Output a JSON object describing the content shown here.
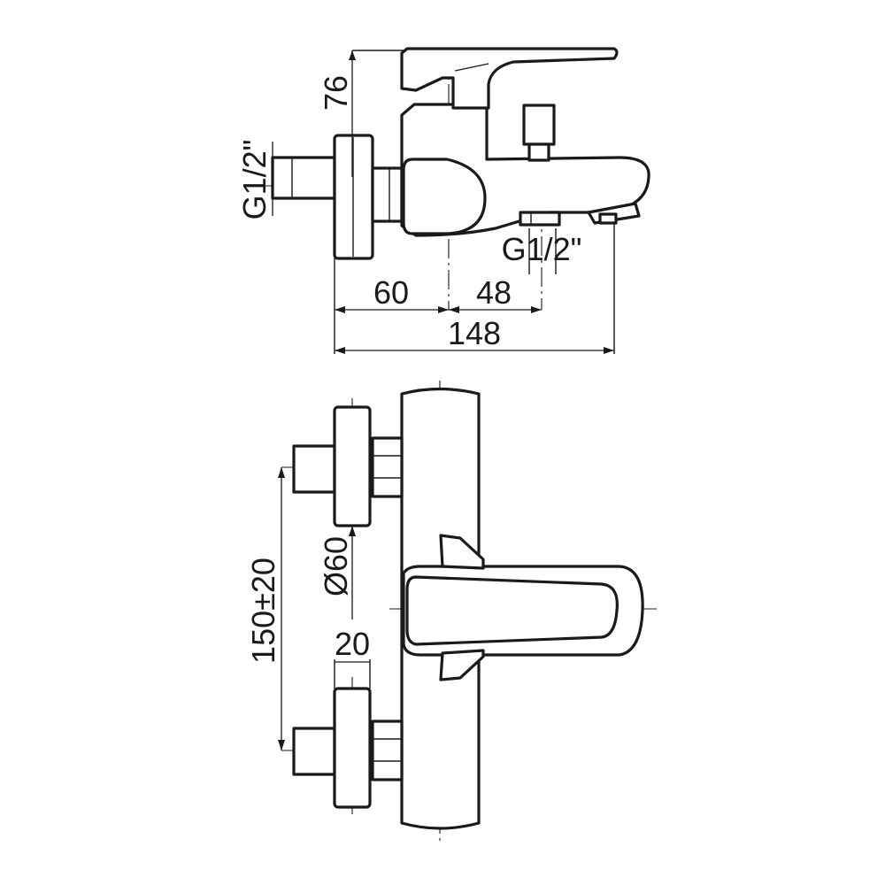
{
  "side_view": {
    "height_label": "76",
    "inlet_thread_label": "G1/2\"",
    "outlet_thread_label": "G1/2\"",
    "offset_left_label": "60",
    "offset_right_label": "48",
    "overall_width_label": "148"
  },
  "front_view": {
    "flange_diameter_label": "Ø60",
    "inlet_spacing_label": "150±20",
    "nut_width_label": "20"
  }
}
